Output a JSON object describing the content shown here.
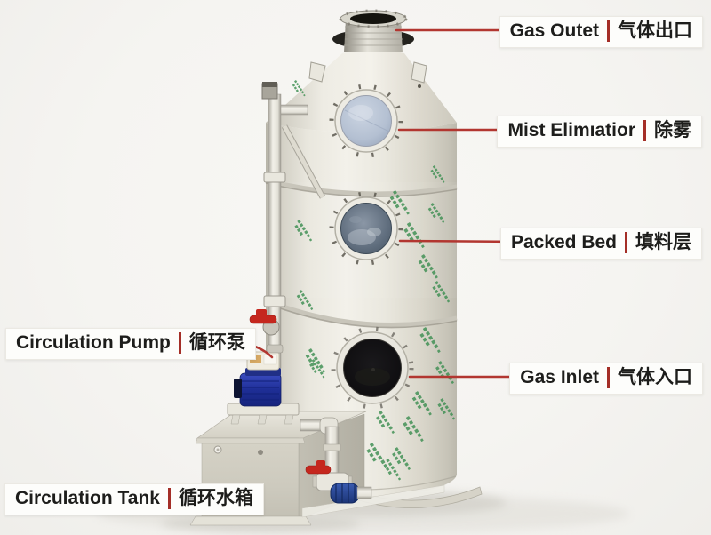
{
  "diagram": {
    "subject": "gas-scrubber-tower",
    "labels": [
      {
        "id": "gas-outlet",
        "en": "Gas Outet",
        "zh": "气体出口"
      },
      {
        "id": "mist-eliminator",
        "en": "Mist Elimıatior",
        "zh": "除雾"
      },
      {
        "id": "packed-bed",
        "en": "Packed Bed",
        "zh": "填料层"
      },
      {
        "id": "gas-inlet",
        "en": "Gas Inlet",
        "zh": "气体入口"
      },
      {
        "id": "circulation-pump",
        "en": "Circulation Pump",
        "zh": "循环泵"
      },
      {
        "id": "circulation-tank",
        "en": "Circulation Tank",
        "zh": "循环水箱"
      }
    ],
    "colors": {
      "background": "#f6f5f2",
      "tower_body": "#e9e7de",
      "annotation_line_red": "#b23630",
      "label_divider_red": "#a42e27",
      "label_text": "#1d1d1b",
      "label_background": "#fdfdfb",
      "viewport_mist_window": "#b6c2d4",
      "viewport_packed_window": "#5f6d7d",
      "gas_inlet_opening": "#0e0d0b",
      "pump_blue": "#24349c",
      "valve_red": "#c5271e",
      "pipe_union_blue": "#27418f",
      "sheet_marking_green": "#3d8f52"
    }
  }
}
